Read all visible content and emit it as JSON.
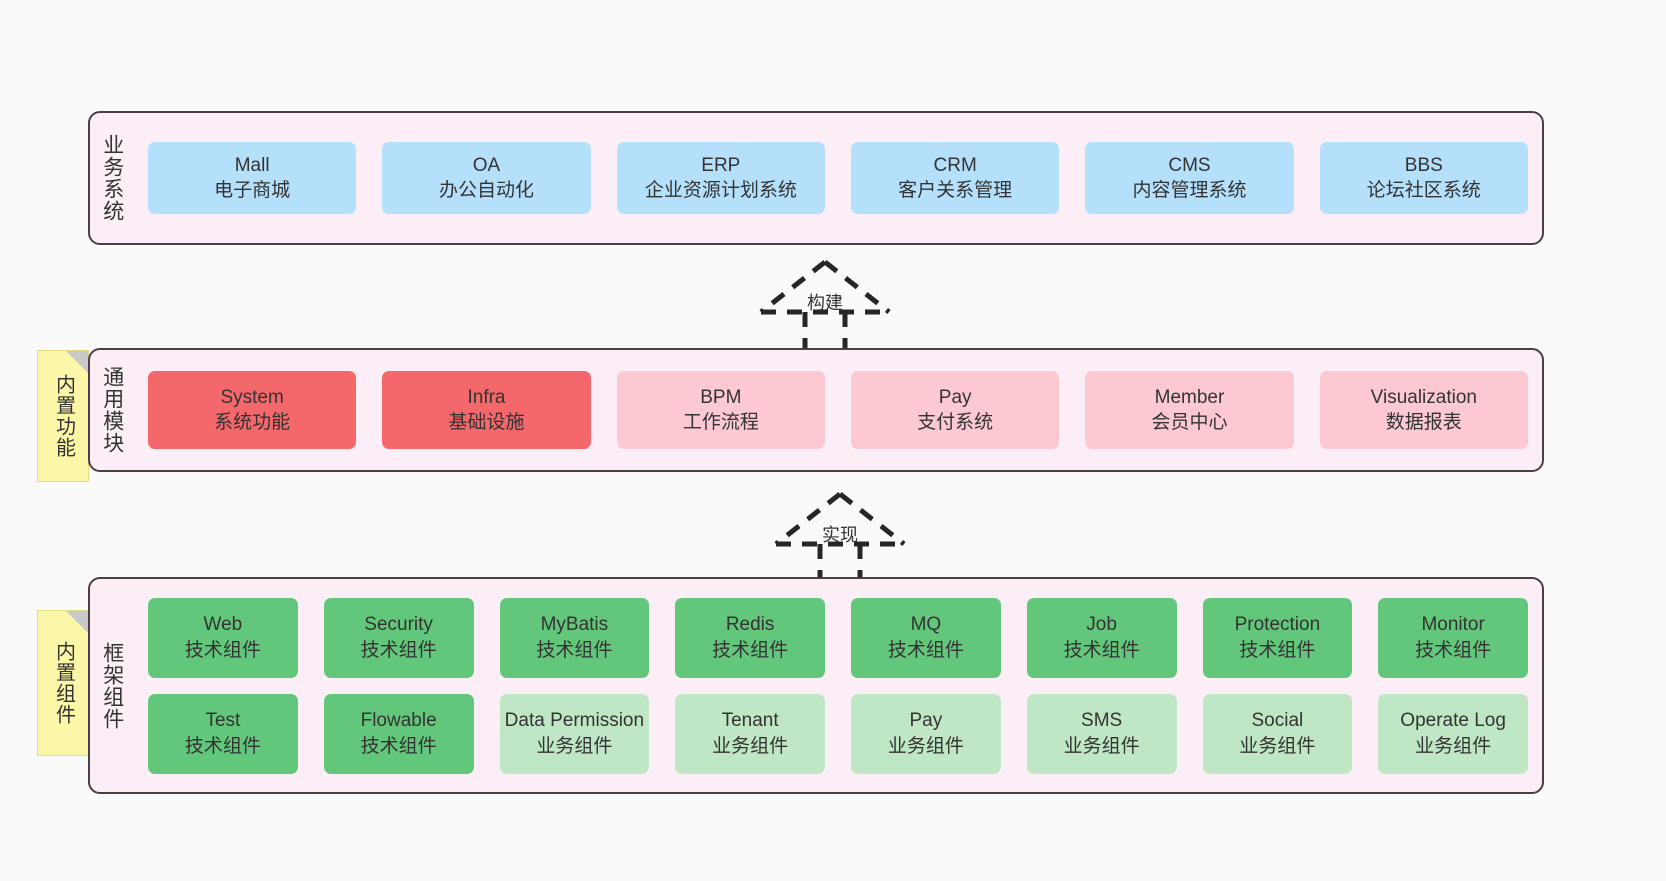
{
  "diagram": {
    "title_hidden": "",
    "background": "#fafafa",
    "layers": [
      {
        "id": "business",
        "label": "业务系统",
        "color": "#b5e0fb",
        "nodes": [
          {
            "name": "Mall",
            "desc": "电子商城",
            "tone": "blue"
          },
          {
            "name": "OA",
            "desc": "办公自动化",
            "tone": "blue"
          },
          {
            "name": "ERP",
            "desc": "企业资源计划系统",
            "tone": "blue"
          },
          {
            "name": "CRM",
            "desc": "客户关系管理",
            "tone": "blue"
          },
          {
            "name": "CMS",
            "desc": "内容管理系统",
            "tone": "blue"
          },
          {
            "name": "BBS",
            "desc": "论坛社区系统",
            "tone": "blue"
          }
        ]
      },
      {
        "id": "common",
        "label": "通用模块",
        "note": "内置功能",
        "nodes": [
          {
            "name": "System",
            "desc": "系统功能",
            "tone": "red"
          },
          {
            "name": "Infra",
            "desc": "基础设施",
            "tone": "red"
          },
          {
            "name": "BPM",
            "desc": "工作流程",
            "tone": "pink"
          },
          {
            "name": "Pay",
            "desc": "支付系统",
            "tone": "pink"
          },
          {
            "name": "Member",
            "desc": "会员中心",
            "tone": "pink"
          },
          {
            "name": "Visualization",
            "desc": "数据报表",
            "tone": "pink"
          }
        ]
      },
      {
        "id": "framework",
        "label": "框架组件",
        "note": "内置组件",
        "rows": [
          [
            {
              "name": "Web",
              "desc": "技术组件",
              "tone": "green"
            },
            {
              "name": "Security",
              "desc": "技术组件",
              "tone": "green"
            },
            {
              "name": "MyBatis",
              "desc": "技术组件",
              "tone": "green"
            },
            {
              "name": "Redis",
              "desc": "技术组件",
              "tone": "green"
            },
            {
              "name": "MQ",
              "desc": "技术组件",
              "tone": "green"
            },
            {
              "name": "Job",
              "desc": "技术组件",
              "tone": "green"
            },
            {
              "name": "Protection",
              "desc": "技术组件",
              "tone": "green"
            },
            {
              "name": "Monitor",
              "desc": "技术组件",
              "tone": "green"
            }
          ],
          [
            {
              "name": "Test",
              "desc": "技术组件",
              "tone": "green"
            },
            {
              "name": "Flowable",
              "desc": "技术组件",
              "tone": "green"
            },
            {
              "name": "Data Permission",
              "desc": "业务组件",
              "tone": "greenl"
            },
            {
              "name": "Tenant",
              "desc": "业务组件",
              "tone": "greenl"
            },
            {
              "name": "Pay",
              "desc": "业务组件",
              "tone": "greenl"
            },
            {
              "name": "SMS",
              "desc": "业务组件",
              "tone": "greenl"
            },
            {
              "name": "Social",
              "desc": "业务组件",
              "tone": "greenl"
            },
            {
              "name": "Operate Log",
              "desc": "业务组件",
              "tone": "greenl"
            }
          ]
        ]
      }
    ],
    "connectors": [
      {
        "id": "build",
        "label": "构建",
        "style": "dashed-generalization"
      },
      {
        "id": "impl",
        "label": "实现",
        "style": "dashed-generalization"
      }
    ],
    "palette": {
      "panel_fill": "#fbeef6",
      "panel_stroke": "#4a3f45",
      "blue": "#b5e0fb",
      "red": "#f4676b",
      "pink": "#fcc9d3",
      "green": "#63c77b",
      "green_light": "#bfe7c6",
      "note_fill": "#fbf7a8",
      "note_fold": "#c9c9c9",
      "text": "#333333"
    }
  }
}
